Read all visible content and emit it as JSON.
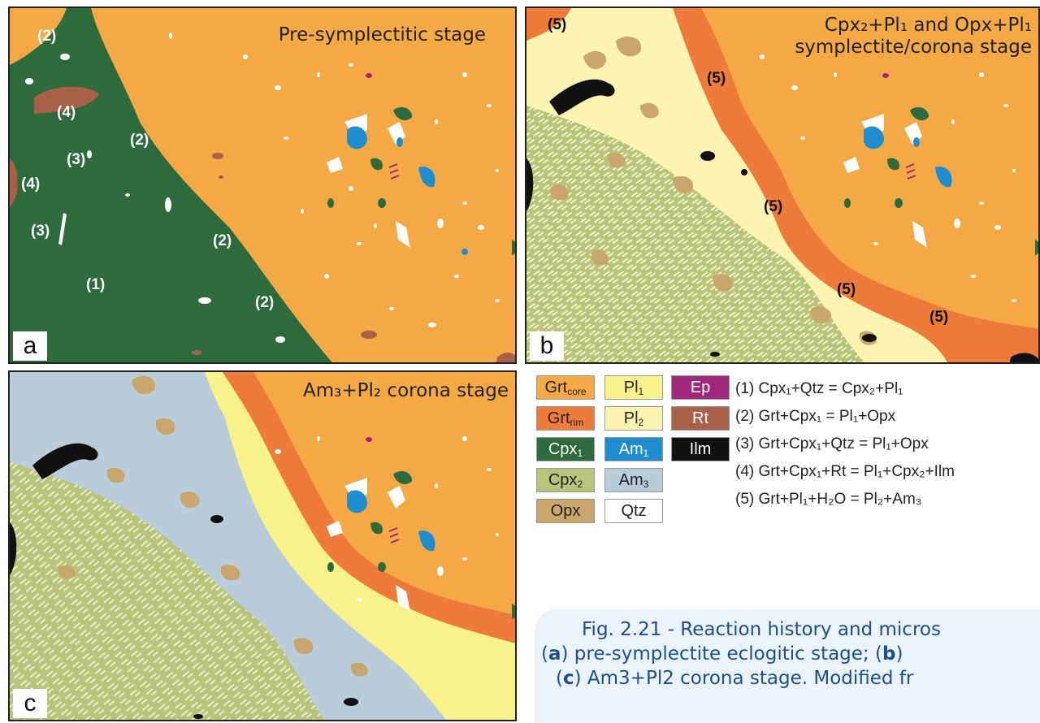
{
  "panels": {
    "a": {
      "label": "a",
      "title": "Pre-symplectitic stage"
    },
    "b": {
      "label": "b",
      "title_line1": "Cpx₂+Pl₁ and Opx+Pl₁",
      "title_line2": "symplectite/corona stage"
    },
    "c": {
      "label": "c",
      "title": "Am₃+Pl₂ corona stage"
    }
  },
  "annotations_a": [
    "(2)",
    "(4)",
    "(3)",
    "(4)",
    "(3)",
    "(1)",
    "(2)",
    "(2)",
    "(2)"
  ],
  "annotations_b": [
    "(5)",
    "(5)",
    "(5)",
    "(5)",
    "(5)"
  ],
  "legend": [
    {
      "label": "Grt core",
      "color": "#f5a945"
    },
    {
      "label": "Grt rim",
      "color": "#ef7b3a"
    },
    {
      "label": "Cpx₁",
      "color": "#2d6a3c"
    },
    {
      "label": "Cpx₂",
      "color": "#b7c47a"
    },
    {
      "label": "Opx",
      "color": "#c9a66b"
    },
    {
      "label": "Pl₁",
      "color": "#f7f28a"
    },
    {
      "label": "Pl₂",
      "color": "#fbf4b0"
    },
    {
      "label": "Am₁",
      "color": "#1e8ed1"
    },
    {
      "label": "Am₃",
      "color": "#b9ccd9"
    },
    {
      "label": "Qtz",
      "color": "#ffffff"
    },
    {
      "label": "Ep",
      "color": "#a0287a"
    },
    {
      "label": "Rt",
      "color": "#a86048"
    },
    {
      "label": "Ilm",
      "color": "#111111"
    }
  ],
  "reactions": [
    "(1) Cpx₁+Qtz = Cpx₂+Pl₁",
    "(2) Grt+Cpx₁ = Pl₁+Opx",
    "(3) Grt+Cpx₁+Qtz = Pl₁+Opx",
    "(4) Grt+Cpx₁+Rt = Pl₁+Cpx₂+Ilm",
    "(5) Grt+Pl₁+H₂O = Pl₂+Am₃"
  ],
  "caption": {
    "line1": "Fig. 2.21 - Reaction history and micros",
    "line2_a": "a",
    "line2_text": ") pre-symplectite eclogitic stage; (",
    "line2_b": "b",
    "line2_end": ")",
    "line3_c": "c",
    "line3_text": ") Am3+Pl2 corona stage. Modified fr"
  }
}
